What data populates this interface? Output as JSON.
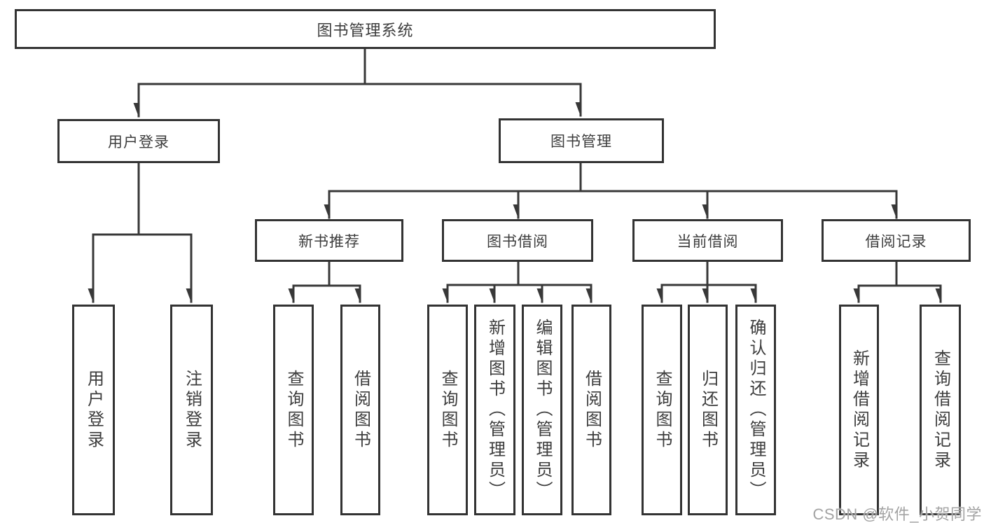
{
  "tree": {
    "root": {
      "label": "图书管理系统"
    },
    "children": [
      {
        "label": "用户登录",
        "leaves": [
          {
            "label": "用户登录"
          },
          {
            "label": "注销登录"
          }
        ]
      },
      {
        "label": "图书管理",
        "children": [
          {
            "label": "新书推荐",
            "leaves": [
              {
                "label": "查询图书"
              },
              {
                "label": "借阅图书"
              }
            ]
          },
          {
            "label": "图书借阅",
            "leaves": [
              {
                "label": "查询图书"
              },
              {
                "label": "新增图书（管理员）"
              },
              {
                "label": "编辑图书（管理员）"
              },
              {
                "label": "借阅图书"
              }
            ]
          },
          {
            "label": "当前借阅",
            "leaves": [
              {
                "label": "查询图书"
              },
              {
                "label": "归还图书"
              },
              {
                "label": "确认归还（管理员）"
              }
            ]
          },
          {
            "label": "借阅记录",
            "leaves": [
              {
                "label": "新增借阅记录"
              },
              {
                "label": "查询借阅记录"
              }
            ]
          }
        ]
      }
    ]
  },
  "watermark": {
    "text": "CSDN @软件_小贺同学"
  },
  "colors": {
    "line": "#383838",
    "box_border": "#333333",
    "text": "#3d3d3d",
    "watermark": "#a3a3a3",
    "background": "#ffffff"
  }
}
